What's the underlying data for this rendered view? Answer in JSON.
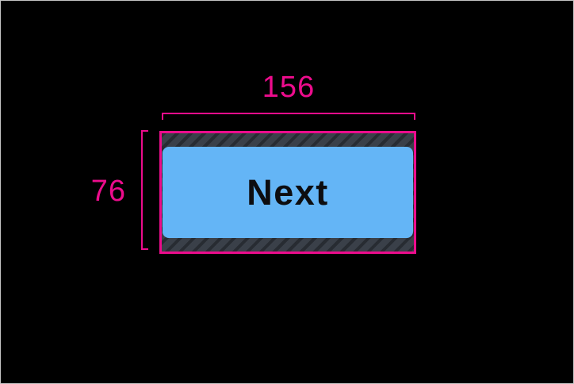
{
  "figure": {
    "type": "ui-spec-annotation",
    "measurements": {
      "width": {
        "value": "156"
      },
      "height": {
        "value": "76"
      }
    },
    "button": {
      "label": "Next"
    },
    "colors": {
      "canvas_background": "#000000",
      "frame_border": "#c4c4c4",
      "annotation_pink": "#ec0c8c",
      "button_fill": "#64b5f6",
      "button_text": "#0d0d10",
      "padding_hatch_base": "#3a4049",
      "padding_hatch_stripe": "#272b31"
    }
  }
}
